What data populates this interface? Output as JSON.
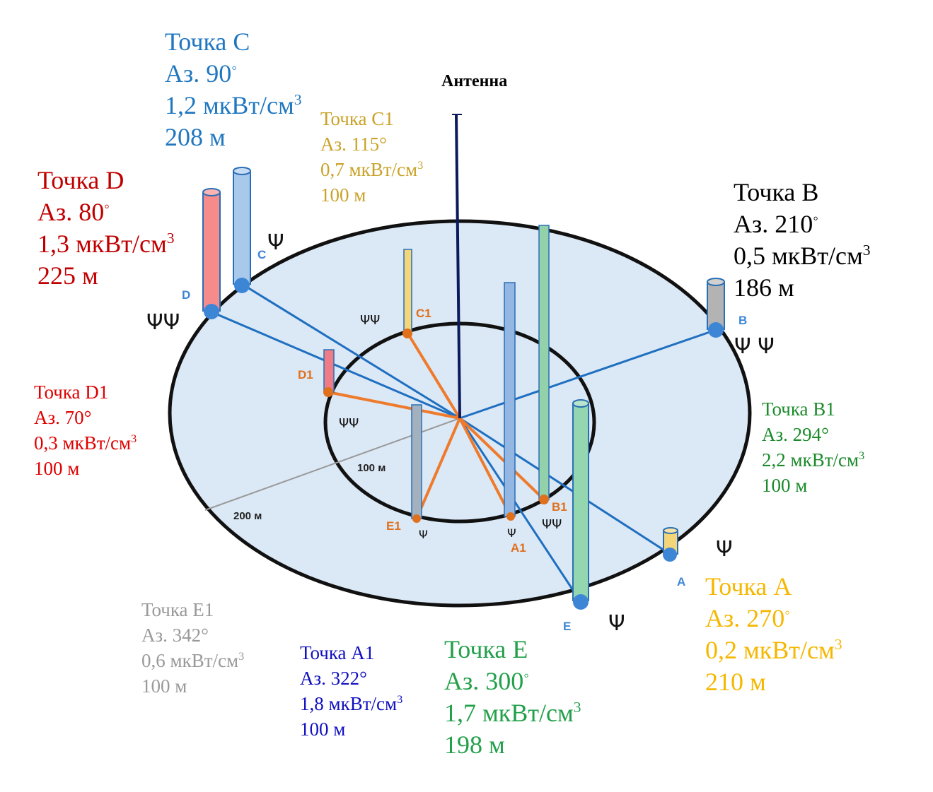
{
  "antenna_label": "Антенна",
  "ring_labels": {
    "inner": "100 м",
    "outer": "200 м"
  },
  "points": [
    {
      "id": "C",
      "color": "#1f77c0",
      "title": "Точка C",
      "az": "Аз. 90",
      "power": "1,2 мкВт/см",
      "dist": "208 м"
    },
    {
      "id": "C1",
      "color": "#c9a227",
      "title": "Точка C1",
      "az": "Аз. 115°",
      "power": "0,7 мкВт/см",
      "dist": "100 м"
    },
    {
      "id": "D",
      "color": "#c00000",
      "title": "Точка D",
      "az": "Аз. 80",
      "power": "1,3 мкВт/см",
      "dist": "225 м"
    },
    {
      "id": "B",
      "color": "#000000",
      "title": "Точка B",
      "az": "Аз. 210",
      "power": "0,5 мкВт/см",
      "dist": "186 м"
    },
    {
      "id": "D1",
      "color": "#e00000",
      "title": "Точка D1",
      "az": "Аз. 70°",
      "power": "0,3 мкВт/см",
      "dist": "100 м"
    },
    {
      "id": "B1",
      "color": "#1a8a2a",
      "title": "Точка B1",
      "az": "Аз. 294°",
      "power": "2,2 мкВт/см",
      "dist": "100 м"
    },
    {
      "id": "A",
      "color": "#f5b700",
      "title": "Точка A",
      "az": "Аз. 270",
      "power": "0,2 мкВт/см",
      "dist": "210 м"
    },
    {
      "id": "E1",
      "color": "#999999",
      "title": "Точка E1",
      "az": "Аз. 342°",
      "power": "0,6 мкВт/см",
      "dist": "100 м"
    },
    {
      "id": "A1",
      "color": "#1010c0",
      "title": "Точка A1",
      "az": "Аз. 322°",
      "power": "1,8 мкВт/см",
      "dist": "100 м"
    },
    {
      "id": "E",
      "color": "#22a04a",
      "title": "Точка E",
      "az": "Аз. 300",
      "power": "1,7 мкВт/см",
      "dist": "198 м"
    }
  ],
  "power_exponent": "3",
  "marker_labels": {
    "C": "C",
    "D": "D",
    "B": "B",
    "A": "A",
    "E": "E",
    "C1": "C1",
    "D1": "D1",
    "B1": "B1",
    "A1": "A1",
    "E1": "E1"
  }
}
